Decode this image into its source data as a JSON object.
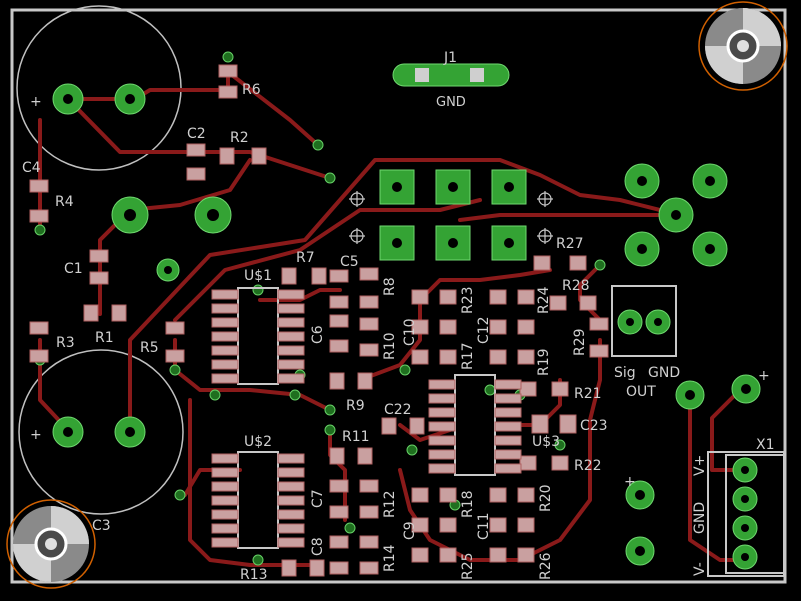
{
  "board": {
    "outline_color": "#c8c8c8",
    "trace_color": "#8a1a1a",
    "pad_color": "#34a334",
    "smd_color": "#c9a0a0",
    "background": "#000000"
  },
  "labels": {
    "j1": "J1",
    "gnd_top": "GND",
    "r6": "R6",
    "c2": "C2",
    "r2": "R2",
    "c4": "C4",
    "r4": "R4",
    "c1": "C1",
    "r1": "R1",
    "r3": "R3",
    "r5": "R5",
    "r7": "R7",
    "c5": "C5",
    "r8": "R8",
    "c6": "C6",
    "u1": "U$1",
    "r9": "R9",
    "r10": "R10",
    "c10": "C10",
    "r23": "R23",
    "c12": "C12",
    "r17": "R17",
    "r24": "R24",
    "r27": "R27",
    "r28": "R28",
    "r29": "R29",
    "r19": "R19",
    "r21": "R21",
    "sig": "Sig",
    "gnd_right": "GND",
    "out": "OUT",
    "c22": "C22",
    "c23": "C23",
    "r11": "R11",
    "u2": "U$2",
    "u3": "U$3",
    "r22": "R22",
    "c7": "C7",
    "r12": "R12",
    "r18": "R18",
    "r20": "R20",
    "c9": "C9",
    "c11": "C11",
    "c8": "C8",
    "r14": "R14",
    "r25": "R25",
    "r26": "R26",
    "r13": "R13",
    "c3": "C3",
    "x1": "X1",
    "vplus": "V+",
    "gnd_x1": "GND",
    "vminus": "V-",
    "plus_top": "+",
    "plus_bottom": "+",
    "plus_right": "+",
    "plus_center": "+"
  }
}
